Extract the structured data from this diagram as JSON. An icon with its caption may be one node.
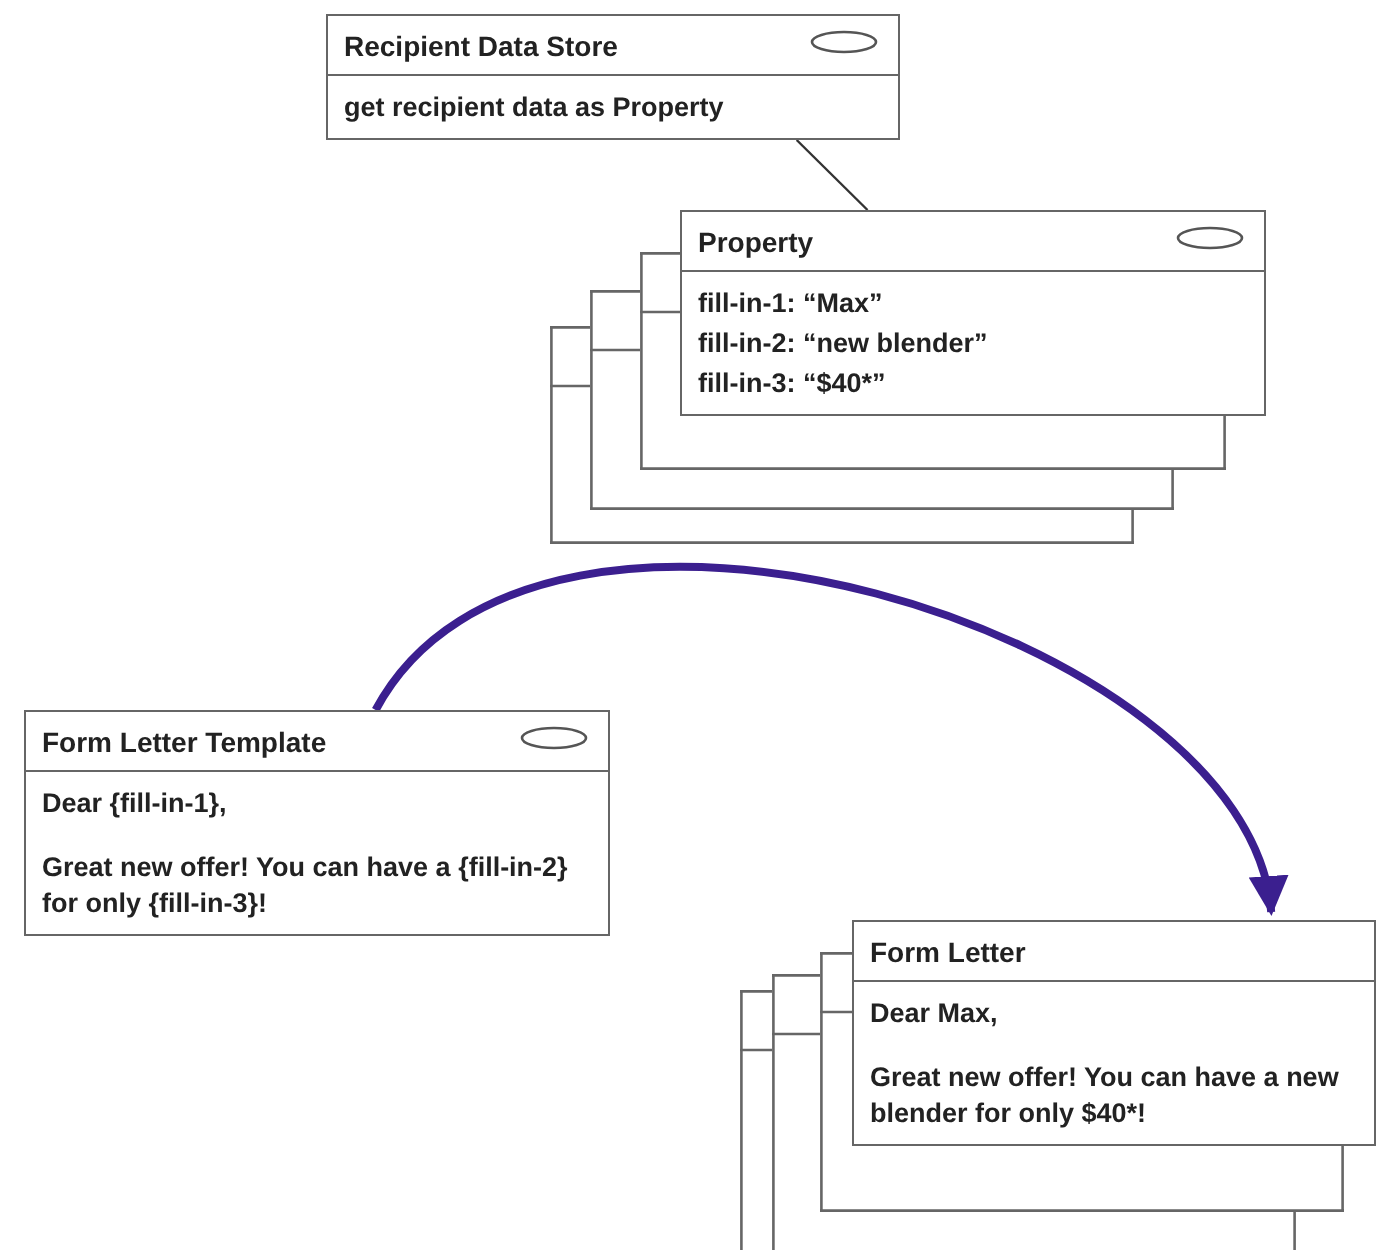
{
  "diagram": {
    "nodes": [
      {
        "text": [
          "Recipient Data Store",
          "get recipient data as Property"
        ]
      },
      {
        "text": [],
        "shape": "box"
      },
      {
        "text": [],
        "shape": "box"
      },
      {
        "text": [],
        "shape": "box"
      },
      {
        "text": [
          "Property",
          "fill-in-1: “Max”",
          "fill-in-2: “new blender”",
          "fill-in-3: “$40*”"
        ]
      },
      {
        "text": [
          "Form Letter Template",
          "Dear {fill-in-1},",
          "Great new offer! You can have a {fill-in-2} for only {fill-in-3}!"
        ]
      },
      {
        "text": [],
        "shape": "box"
      },
      {
        "text": [],
        "shape": "box"
      },
      {
        "text": [],
        "shape": "box"
      },
      {
        "text": [
          "Form Letter",
          "Dear Max,",
          "Great new offer! You can have a new blender for only $40*!"
        ]
      }
    ],
    "edges": [
      {
        "from": 0,
        "to": 4,
        "arrow": "none"
      },
      {
        "from": 5,
        "to": 9,
        "arrow": "to",
        "style": "thick",
        "color": "#3b1f8f"
      }
    ]
  }
}
